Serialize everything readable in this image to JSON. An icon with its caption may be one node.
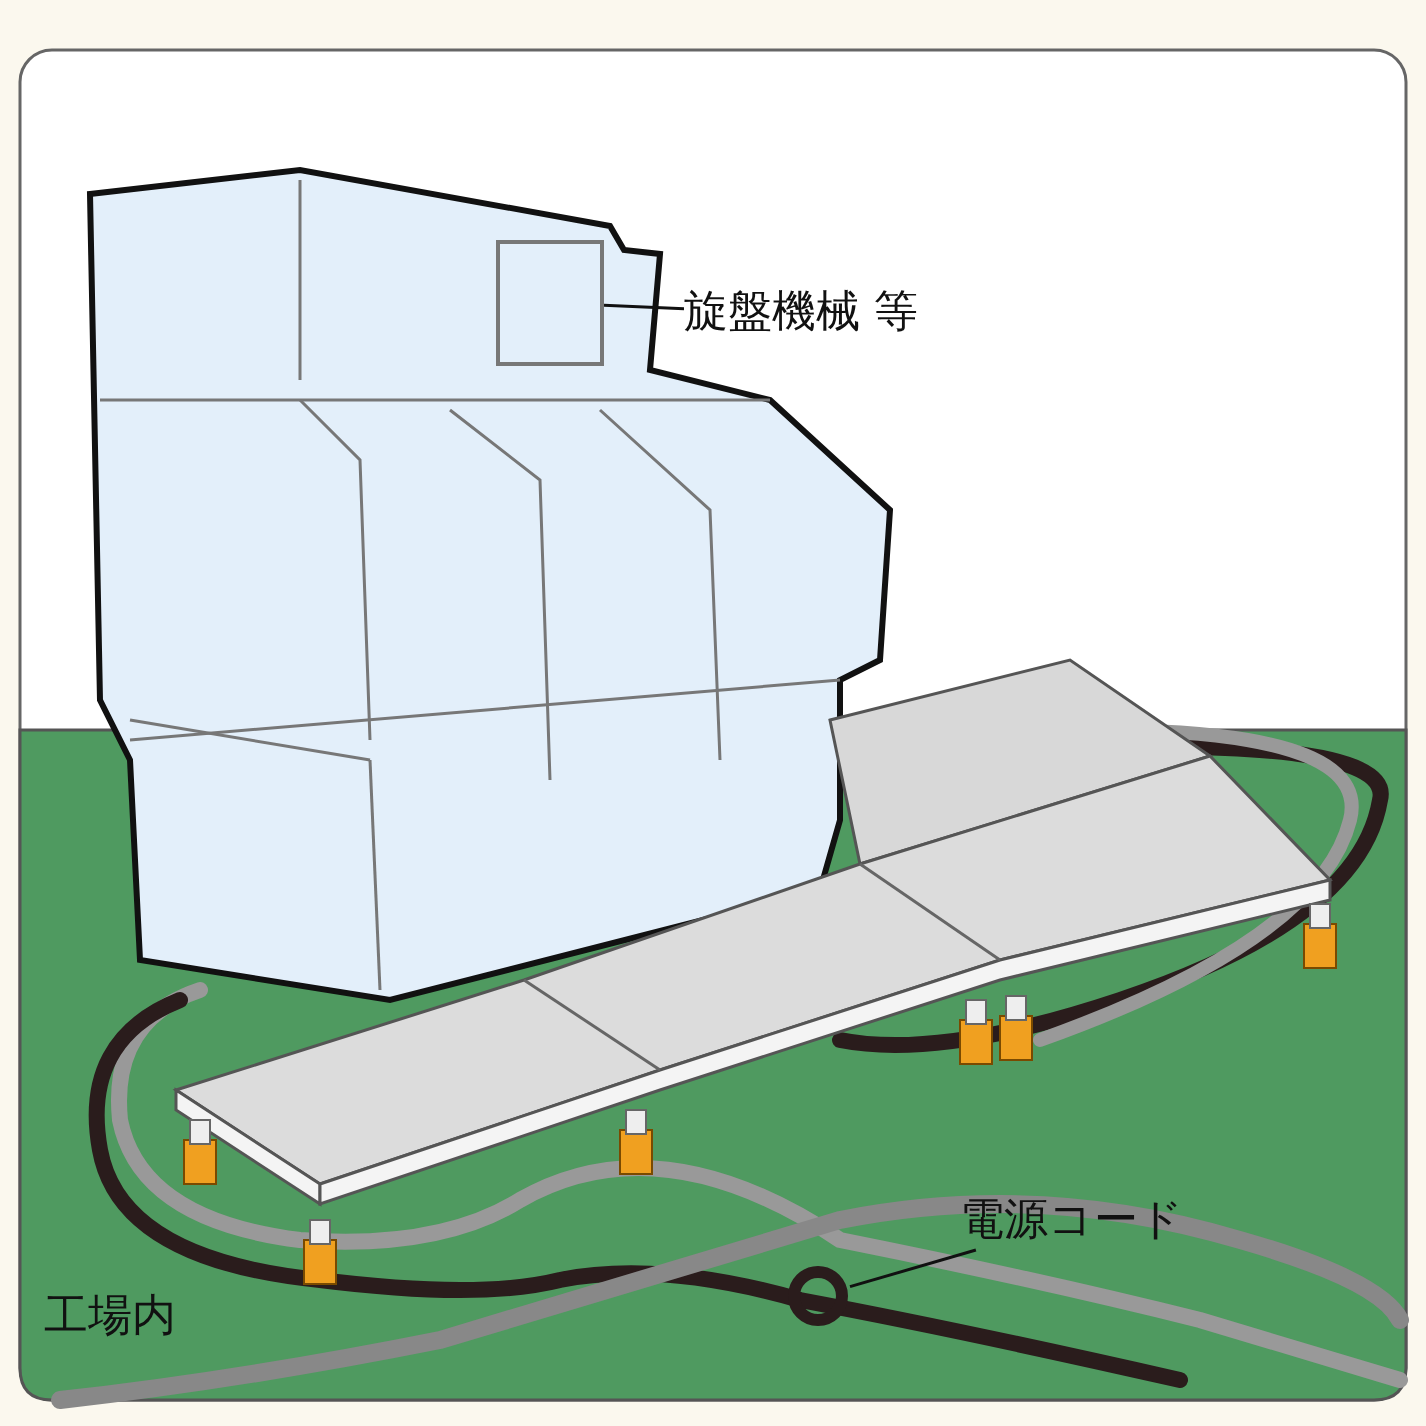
{
  "diagram": {
    "nodes": [
      {
        "text": [
          "旋盤機械 等"
        ]
      },
      {
        "text": [],
        "shape": "box"
      },
      {
        "text": [
          "電源コード"
        ]
      },
      {
        "text": [],
        "shape": "circle"
      }
    ],
    "edges": [
      {
        "from": 0,
        "to": 1,
        "arrow": "none"
      },
      {
        "from": 2,
        "to": 3,
        "arrow": "none"
      }
    ],
    "labels": [
      "工場内"
    ]
  }
}
